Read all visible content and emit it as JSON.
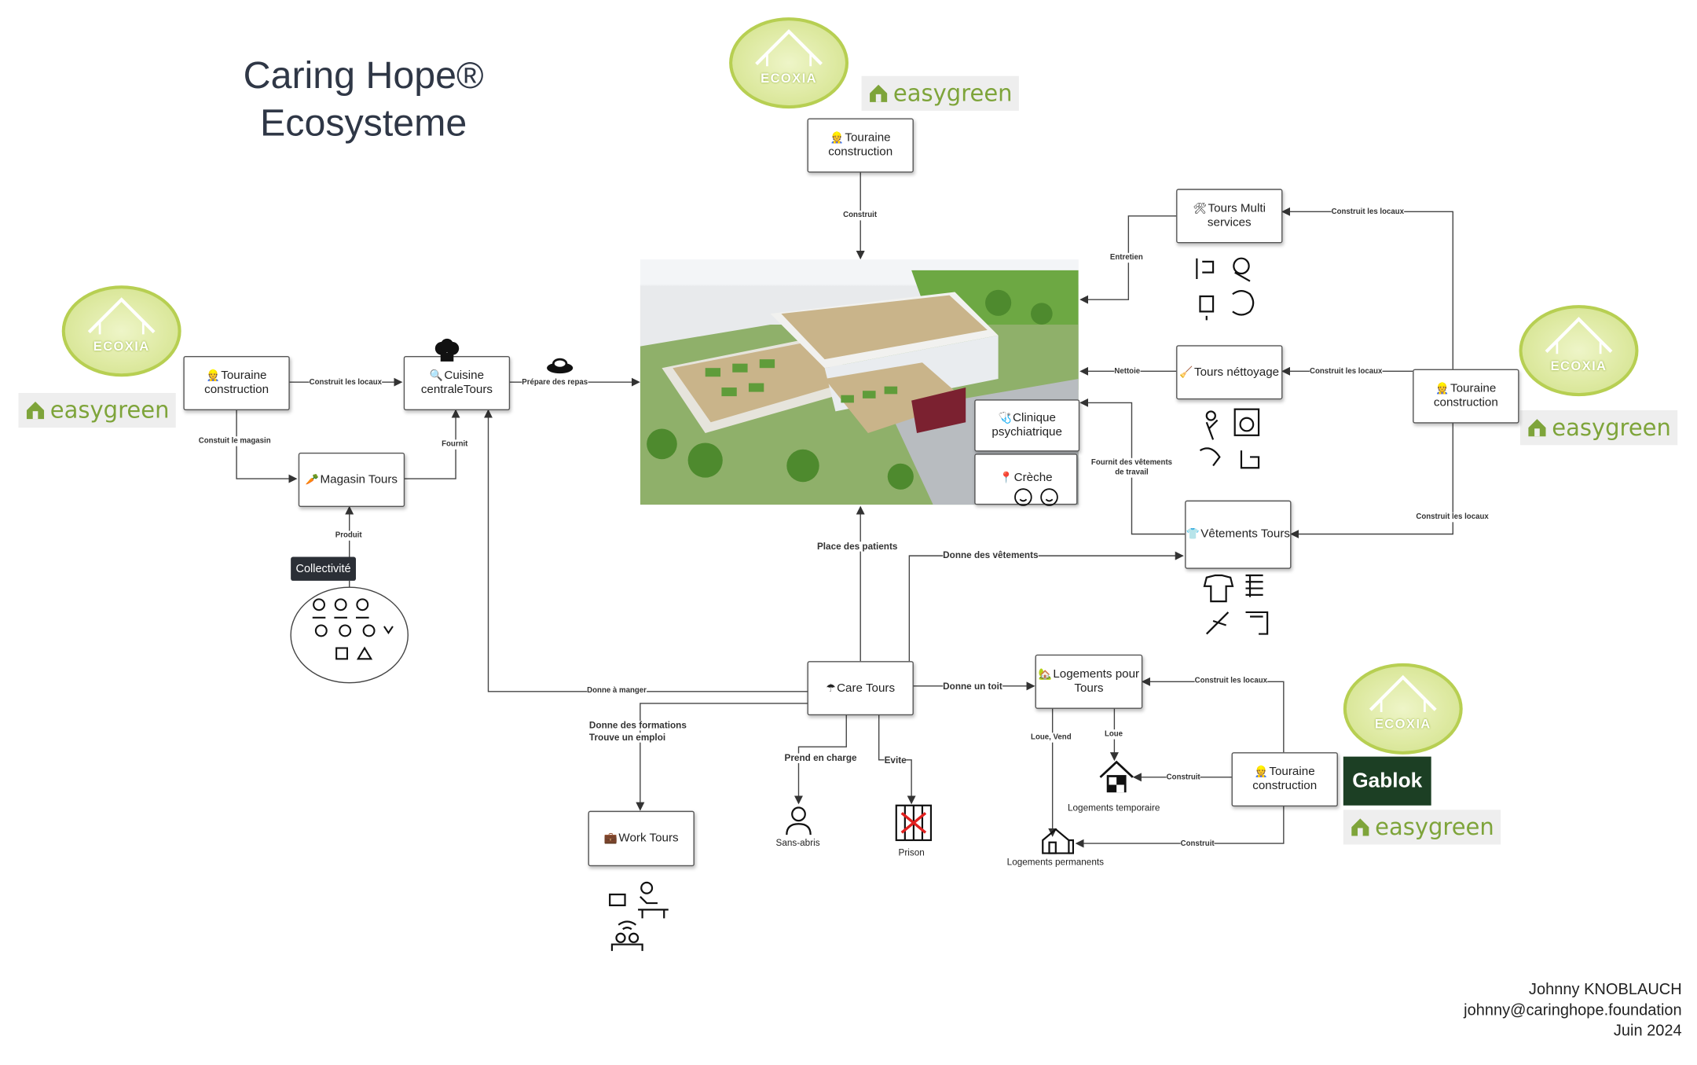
{
  "title": {
    "line1": "Caring Hope",
    "reg": "®",
    "line2": "Ecosysteme"
  },
  "logos": {
    "ecoxia": "ECOXIA",
    "easygreen": "easygreen",
    "gablok": "Gablok"
  },
  "nodes": {
    "touraine_top": "Touraine construction",
    "tours_multi": "Tours Multi services",
    "tours_nettoyage": "Tours néttoyage",
    "touraine_right": "Touraine construction",
    "touraine_left": "Touraine construction",
    "cuisine": "Cuisine centraleTours",
    "magasin": "Magasin Tours",
    "clinique": "Clinique psychiatrique",
    "creche": "Crèche",
    "vetements": "Vêtements Tours",
    "care": "Care Tours",
    "logements": "Logements pour Tours",
    "touraine_bottom": "Touraine construction",
    "work": "Work Tours"
  },
  "tag": "Collectivité",
  "edges": {
    "construit": "Construit",
    "entretien": "Entretien",
    "construit_locaux_1": "Construit les locaux",
    "nettoie": "Nettoie",
    "construit_locaux_2": "Construit les locaux",
    "construit_locaux_3": "Construit les locaux",
    "fournit_vetements": "Fournit des vêtements de travail",
    "construit_locaux_left": "Construit les locaux",
    "prepare_repas": "Prépare des repas",
    "construit_magasin": "Constuit le magasin",
    "fournit": "Fournit",
    "produit": "Produit",
    "place_patients": "Place des patients",
    "donne_vetements": "Donne des vêtements",
    "donne_manger": "Donne à manger",
    "donne_toit": "Donne un toit",
    "formations1": "Donne des formations",
    "formations2": "Trouve un emploi",
    "prend_charge": "Prend en charge",
    "evite": "Evite",
    "construit_locaux_bottom": "Construit les locaux",
    "loue_vend": "Loue, Vend",
    "loue": "Loue",
    "construit_b1": "Construit",
    "construit_b2": "Construit"
  },
  "captions": {
    "sans_abris": "Sans-abris",
    "prison": "Prison",
    "logements_temp": "Logements temporaire",
    "logements_perm": "Logements permanents"
  },
  "author": {
    "name": "Johnny KNOBLAUCH",
    "email": "johnny@caringhope.foundation",
    "date": "Juin 2024"
  }
}
